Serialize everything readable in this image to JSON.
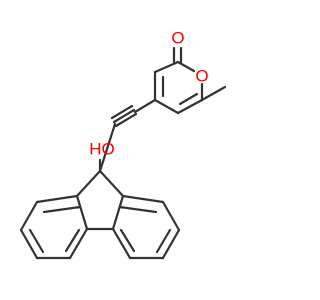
{
  "molecule": {
    "atom_labels": {
      "ring_oxygen": "O",
      "carbonyl_oxygen": "O",
      "hydroxyl": "HO"
    },
    "colors": {
      "bond": "#333333",
      "oxygen": "#ff0000"
    }
  }
}
